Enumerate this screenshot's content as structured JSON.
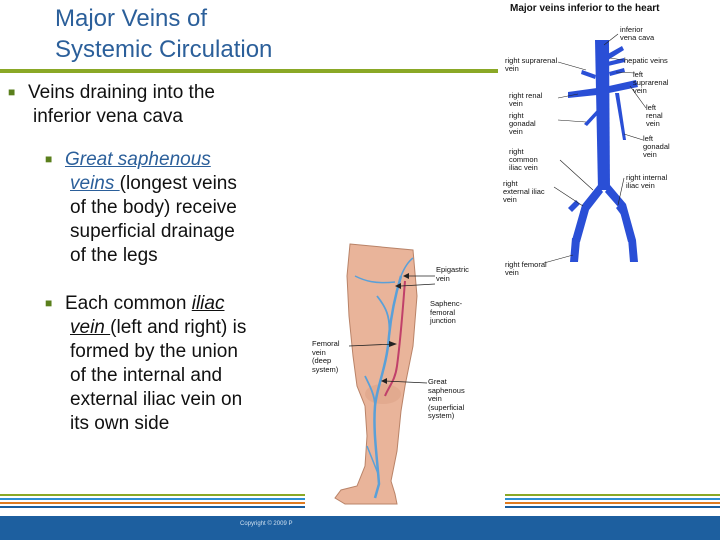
{
  "slide": {
    "title_line1": "Major Veins of",
    "title_line2": "Systemic Circulation",
    "bullet": {
      "line1": "Veins draining into the",
      "line2": "inferior vena cava"
    },
    "sub1": {
      "term_line1": "Great saphenous",
      "term_line2": "veins ",
      "rest_line2": "(longest veins",
      "line3": "of the body) receive",
      "line4": "superficial drainage",
      "line5": "of the legs"
    },
    "sub2": {
      "pre_line1": "Each common ",
      "term_line1": "iliac",
      "term_line2": "vein ",
      "rest_line2": "(left and right) is",
      "line3": "formed by the union",
      "line4": "of the internal and",
      "line5": "external iliac vein on",
      "line6": "its own side"
    },
    "copyright": "Copyright © 2009 P"
  },
  "vena_cava_diagram": {
    "title": "Major veins inferior to the heart",
    "labels": {
      "ivc_1": "inferior",
      "ivc_2": "vena cava",
      "hepatic": "hepatic veins",
      "r_suprarenal_1": "right suprarenal",
      "r_suprarenal_2": "vein",
      "l_suprarenal_1": "left",
      "l_suprarenal_2": "suprarenal",
      "l_suprarenal_3": "vein",
      "r_renal_1": "right renal",
      "r_renal_2": "vein",
      "l_renal_1": "left",
      "l_renal_2": "renal",
      "l_renal_3": "vein",
      "r_gonadal_1": "right",
      "r_gonadal_2": "gonadal",
      "r_gonadal_3": "vein",
      "l_gonadal_1": "left",
      "l_gonadal_2": "gonadal",
      "l_gonadal_3": "vein",
      "r_common_1": "right",
      "r_common_2": "common",
      "r_common_3": "iliac vein",
      "r_internal_1": "right internal",
      "r_internal_2": "iliac vein",
      "r_external_1": "right",
      "r_external_2": "external iliac",
      "r_external_3": "vein",
      "r_femoral_1": "right femoral",
      "r_femoral_2": "vein"
    },
    "vein_color": "#2a4fd6"
  },
  "leg_diagram": {
    "labels": {
      "epigastric_1": "Epigastric",
      "epigastric_2": "vein",
      "sfj_1": "Saphenc-",
      "sfj_2": "femoral",
      "sfj_3": "junction",
      "femoral_1": "Femoral",
      "femoral_2": "vein",
      "femoral_3": "(deep",
      "femoral_4": "system)",
      "great_1": "Great",
      "great_2": "saphenous",
      "great_3": "vein",
      "great_4": "(superficial",
      "great_5": "system)"
    },
    "skin_color": "#e9b49a",
    "superficial_vein_color": "#5aa0d8",
    "deep_vein_color": "#c0406a"
  },
  "colors": {
    "title": "#2b5f9a",
    "accent_green": "#8aa826",
    "footer_blue": "#1d5f9f"
  }
}
